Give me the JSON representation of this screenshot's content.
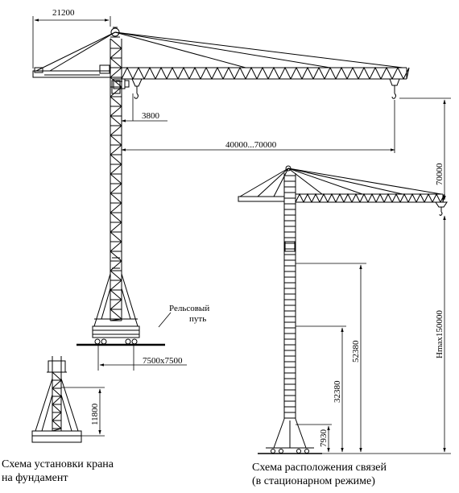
{
  "dimensions": {
    "top_width": "21200",
    "offset": "3800",
    "jib_reach": "40000...70000",
    "base": "7500x7500",
    "hook_height": "70000",
    "hmax": "Hmax150000",
    "tie_1": "52380",
    "tie_2": "32380",
    "tie_3": "7930",
    "foundation_height": "11800"
  },
  "labels": {
    "rail_track_line1": "Рельсовый",
    "rail_track_line2": "путь"
  },
  "captions": {
    "foundation_line1": "Схема установки крана",
    "foundation_line2": "на фундамент",
    "ties_line1": "Схема расположения связей",
    "ties_line2": "(в стационарном режиме)"
  }
}
